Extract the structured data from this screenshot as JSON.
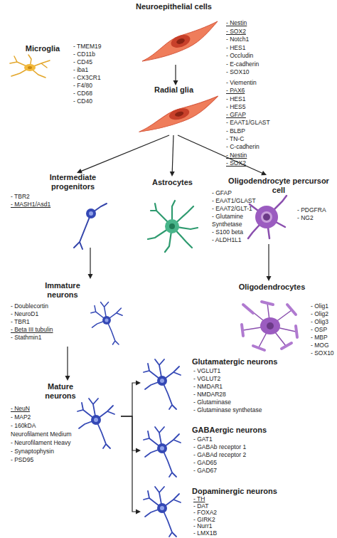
{
  "diagram": {
    "nodes": [
      {
        "text": [
          "Neuroepithelial cells",
          "- Nestin",
          "- SOX2",
          "- Notch1",
          "- HES1",
          "- Occludin",
          "- E-cadherin",
          "- SOX10"
        ]
      },
      {
        "text": [
          "Microglia",
          "- TMEM19",
          "- CD11b",
          "- CD45",
          "- iba1",
          "- CX3CR1",
          "- F4/80",
          "- CD68",
          "- CD40"
        ]
      },
      {
        "text": [
          "Radial glia",
          "- Viementin",
          "- PAX6",
          "- HES1",
          "- HES5",
          "- GFAP",
          "- EAAT1/GLAST",
          "- BLBP",
          "- TN-C",
          "- C-cadherin",
          "- Nestin",
          "- SOX2"
        ]
      },
      {
        "text": [
          "Intermediate progenitors",
          "- TBR2",
          "- MASH1/Asd1"
        ]
      },
      {
        "text": [
          "Astrocytes",
          "- GFAP",
          "- EAAT1/GLAST",
          "- EAAT2/GLT-1",
          "- Glutamine Synthetase",
          "- S100 beta",
          "- ALDH1L1"
        ]
      },
      {
        "text": [
          "Oligodendrocyte percursor cell",
          "- PDGFRA",
          "- NG2"
        ]
      },
      {
        "text": [
          "Immature neurons",
          "- Doublecortin",
          "- NeuroD1",
          "- TBR1",
          "- Beta III tubulin",
          "- Stathmin1"
        ]
      },
      {
        "text": [
          "Oligodendrocytes",
          "- Olig1",
          "- Olig2",
          "- Olig3",
          "- OSP",
          "- MBP",
          "- MOG",
          "- SOX10"
        ]
      },
      {
        "text": [
          "Mature neurons",
          "- NeuN",
          "- MAP2",
          "- 160kDA Neurofilament Medium",
          "- Neurofilament Heavy",
          "- Synaptophysin",
          "- PSD95"
        ]
      },
      {
        "text": [
          "Glutamatergic neurons",
          "- VGLUT1",
          "- VGLUT2",
          "- NMDAR1",
          "- NMDAR28",
          "- Glutaminase",
          "- Glutaminase synthetase"
        ]
      },
      {
        "text": [
          "GABAergic neurons",
          "- GAT1",
          "- GABAb receptor 1",
          "- GABAd receptor 2",
          "- GAD65",
          "- GAD67"
        ]
      },
      {
        "text": [
          "Dopaminergic neurons",
          "- TH",
          "- DAT",
          "- FOXA2",
          "- GIRK2",
          "- Nurr1",
          "- LMX1B"
        ]
      }
    ],
    "edges": [
      {
        "from": 0,
        "to": 2,
        "arrow": "to"
      },
      {
        "from": 2,
        "to": 3,
        "arrow": "to"
      },
      {
        "from": 2,
        "to": 4,
        "arrow": "to"
      },
      {
        "from": 2,
        "to": 5,
        "arrow": "to"
      },
      {
        "from": 3,
        "to": 6,
        "arrow": "to"
      },
      {
        "from": 5,
        "to": 7,
        "arrow": "to"
      },
      {
        "from": 6,
        "to": 8,
        "arrow": "to"
      },
      {
        "from": 8,
        "to": 9,
        "arrow": "to"
      },
      {
        "from": 8,
        "to": 10,
        "arrow": "to"
      },
      {
        "from": 8,
        "to": 11,
        "arrow": "to"
      }
    ]
  }
}
